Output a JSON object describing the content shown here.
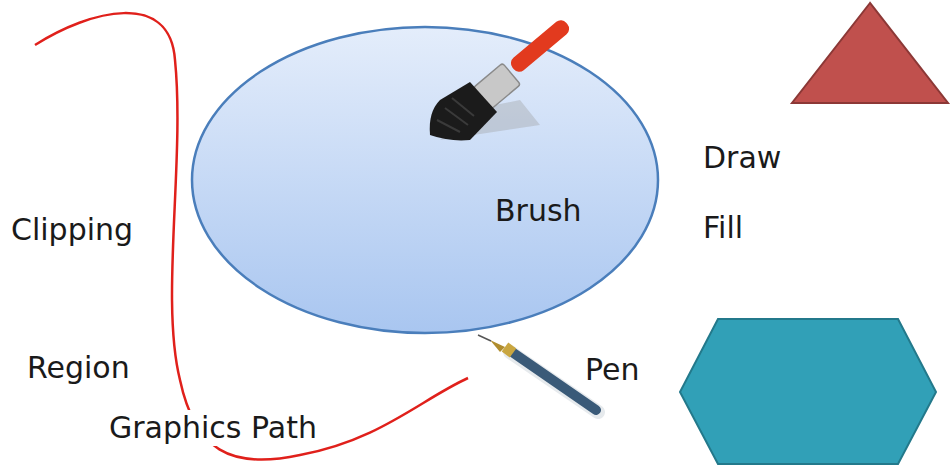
{
  "diagram": {
    "nodes": [
      {
        "text": [
          "Brush"
        ]
      }
    ],
    "labels": [
      "Draw",
      "Fill",
      "Clipping",
      "Region",
      "Graphics Path",
      "Pen"
    ]
  }
}
